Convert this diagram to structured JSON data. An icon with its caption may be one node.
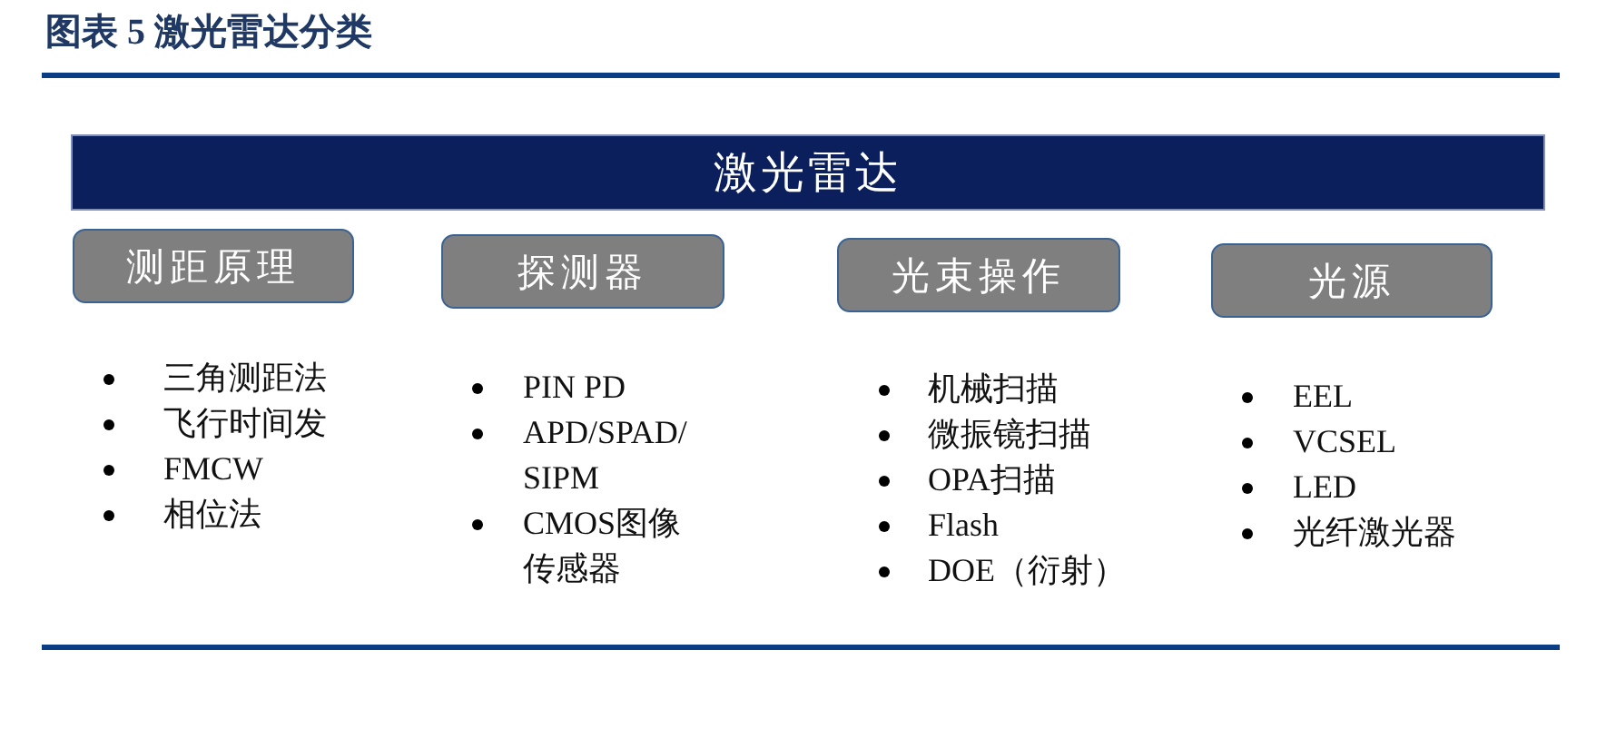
{
  "diagram": {
    "title": "图表 5 激光雷达分类",
    "nodes": [
      {
        "text": [
          "激光雷达"
        ]
      },
      {
        "text": [
          "测距原理"
        ]
      },
      {
        "text": [
          "探测器"
        ]
      },
      {
        "text": [
          "光束操作"
        ]
      },
      {
        "text": [
          "光源"
        ]
      },
      {
        "text": [
          "三角测距法",
          "飞行时间发",
          "FMCW",
          "相位法"
        ]
      },
      {
        "text": [
          "PIN PD",
          "APD/SPAD/SIPM",
          "CMOS图像传感器"
        ]
      },
      {
        "text": [
          "机械扫描",
          "微振镜扫描",
          "OPA扫描",
          "Flash",
          "DOE（衍射）"
        ]
      },
      {
        "text": [
          "EEL",
          "VCSEL",
          "LED",
          "光纤激光器"
        ]
      }
    ]
  }
}
